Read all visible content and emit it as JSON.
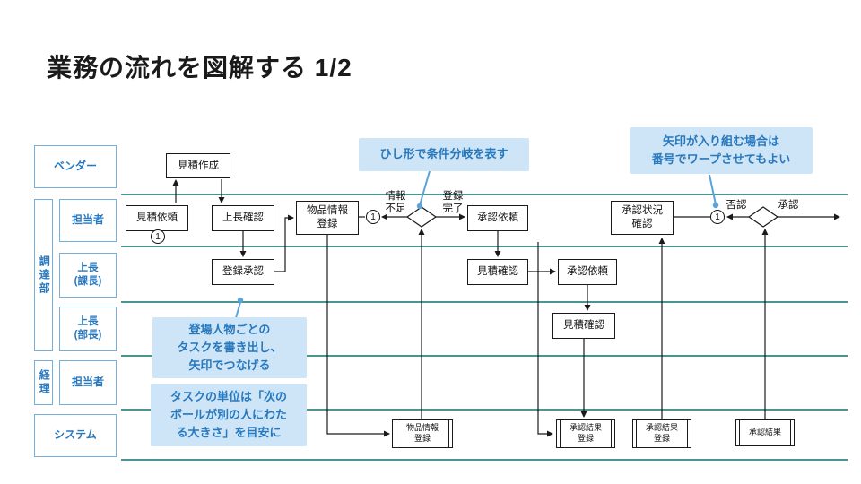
{
  "title": "業務の流れを図解する 1/2",
  "lanes": {
    "vendor": "ベンダー",
    "procurement_group": "調達部",
    "procurement_staff": "担当者",
    "manager_kacho": "上長\n(課長)",
    "manager_bucho": "上長\n(部長)",
    "accounting_group": "経理",
    "accounting_staff": "担当者",
    "system": "システム"
  },
  "nodes": {
    "create_quote": "見積作成",
    "request_quote": "見積依頼",
    "manager_check": "上長確認",
    "register_item_info": "物品情報\n登録",
    "request_approval_1": "承認依頼",
    "check_approval_status": "承認状況\n確認",
    "approve_registration": "登録承認",
    "confirm_quote_kacho": "見積確認",
    "request_approval_2": "承認依頼",
    "confirm_quote_bucho": "見積確認",
    "sys_register_item_info": "物品情報\n登録",
    "sys_register_result_1": "承認結果\n登録",
    "sys_register_result_2": "承認結果\n登録",
    "sys_approval_result": "承認結果"
  },
  "branch_labels": {
    "insufficient_info": "情報\n不足",
    "registration_done": "登録\n完了",
    "rejected": "否認",
    "approved": "承認"
  },
  "warp_number": "1",
  "callouts": {
    "diamond_note": "ひし形で条件分岐を表す",
    "warp_note": "矢印が入り組む場合は\n番号でワープさせてもよい",
    "task_note": "登場人物ごとの\nタスクを書き出し、\n矢印でつなげる",
    "task_unit_note": "タスクの単位は「次の\nボールが別の人にわた\nる大きさ」を目安に"
  },
  "colors": {
    "accent_blue": "#2878be",
    "lane_border": "#74aed9",
    "callout_bg": "#cde5f6",
    "divider_teal": "#4a9492",
    "ink": "#1a1a1a"
  }
}
